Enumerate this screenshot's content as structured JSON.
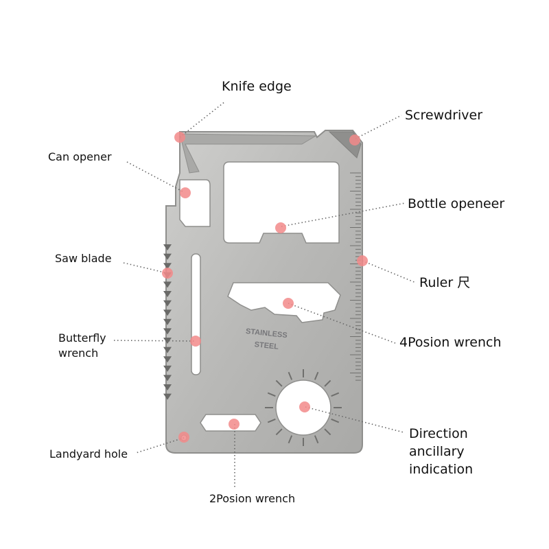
{
  "card": {
    "engraving_line1": "STAINLESS",
    "engraving_line2": "STEEL",
    "steel_color": "#b9b9b7",
    "edge_color": "#8e8e8c",
    "marker_color": "#f28a8a"
  },
  "labels": {
    "knife_edge": "Knife edge",
    "screwdriver": "Screwdriver",
    "can_opener": "Can opener",
    "bottle_opener": "Bottle openeer",
    "saw_blade": "Saw blade",
    "ruler": "Ruler 尺",
    "butterfly_wrench": "Butterfly\nwrench",
    "four_position_wrench": "4Posion wrench",
    "direction_indication": "Direction\nancillary\nindication",
    "landyard_hole": "Landyard hole",
    "two_position_wrench": "2Posion wrench"
  }
}
